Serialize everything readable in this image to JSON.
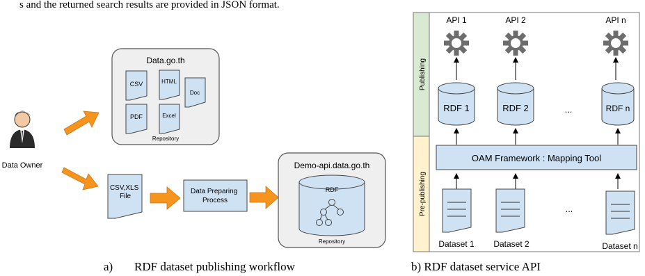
{
  "top_text": "s and the returned search results are provided in JSON format.",
  "left_diagram": {
    "actor_label": "Data Owner",
    "repo_top": {
      "title": "Data.go.th",
      "footer": "Repository",
      "docs": [
        "CSV",
        "HTML",
        "Doc",
        "PDF",
        "Excel"
      ]
    },
    "input_file": "CSV,XLS\nFile",
    "process": "Data Preparing\nProcess",
    "repo_demo": {
      "title": "Demo-api.data.go.th",
      "store_label": "RDF",
      "footer": "Repository"
    },
    "caption_prefix": "a)",
    "caption": "RDF dataset publishing workflow"
  },
  "right_diagram": {
    "band_publishing": "Publishing",
    "band_prepublishing": "Pre-publishing",
    "apis": [
      "API 1",
      "API 2",
      "API n"
    ],
    "rdfs": [
      "RDF 1",
      "RDF 2",
      "RDF n"
    ],
    "ellipsis": "...",
    "framework": "OAM Framework : Mapping Tool",
    "datasets": [
      "Dataset 1",
      "Dataset 2",
      "Dataset n"
    ],
    "caption": "b) RDF dataset service API"
  },
  "colors": {
    "arrow_orange": "#f7941d",
    "box_blue": "#cfe2f3",
    "repo_gray": "#efefef",
    "publishing_green": "#d9ead3",
    "prepublishing_yellow": "#fff2cc",
    "gear_gray": "#666666"
  }
}
